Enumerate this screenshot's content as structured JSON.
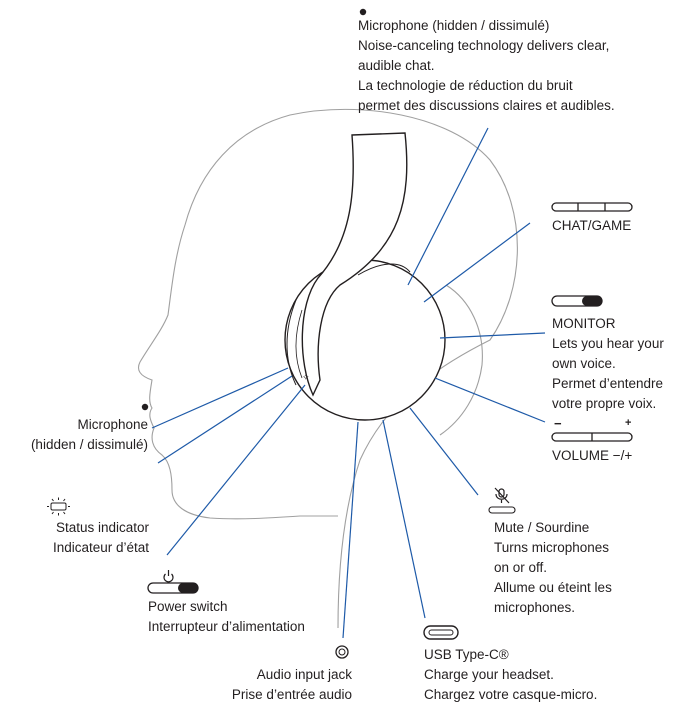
{
  "colors": {
    "line": "#1e5aa8",
    "ink": "#231f20",
    "outline": "#9a9a9a"
  },
  "labels": {
    "mic_top": {
      "title": "Microphone (hidden / dissimulé)",
      "en1": "Noise-canceling technology delivers clear,",
      "en2": "audible chat.",
      "fr1": "La technologie de réduction du bruit",
      "fr2": "permet des discussions claires et audibles."
    },
    "chat_game": {
      "title": "CHAT/GAME"
    },
    "monitor": {
      "title": "MONITOR",
      "en1": "Lets you hear your",
      "en2": "own voice.",
      "fr1": "Permet d’entendre",
      "fr2": "votre propre voix."
    },
    "volume": {
      "title": "VOLUME −/+",
      "minus": "−",
      "plus": "+"
    },
    "mute": {
      "title": "Mute / Sourdine",
      "en1": "Turns microphones",
      "en2": "on or off.",
      "fr1": "Allume ou éteint les",
      "fr2": "microphones."
    },
    "usb": {
      "title": "USB Type-C®",
      "en": "Charge your headset.",
      "fr": "Chargez votre casque-micro."
    },
    "audio_jack": {
      "en": "Audio input jack",
      "fr": "Prise d’entrée audio"
    },
    "power": {
      "en": "Power switch",
      "fr": "Interrupteur d’alimentation"
    },
    "status": {
      "en": "Status indicator",
      "fr": "Indicateur d’état"
    },
    "mic_left": {
      "en": "Microphone",
      "fr": "(hidden / dissimulé)"
    }
  },
  "icons": {
    "mic_dot": "filled-dot-icon",
    "chat_game": "three-segment-rocker-icon",
    "monitor": "slide-toggle-icon",
    "volume": "minus-plus-rocker-icon",
    "mute": "muted-microphone-icon",
    "usb": "usb-c-port-icon",
    "audio_jack": "audio-jack-icon",
    "power": "power-slide-switch-icon",
    "status": "light-indicator-icon"
  }
}
